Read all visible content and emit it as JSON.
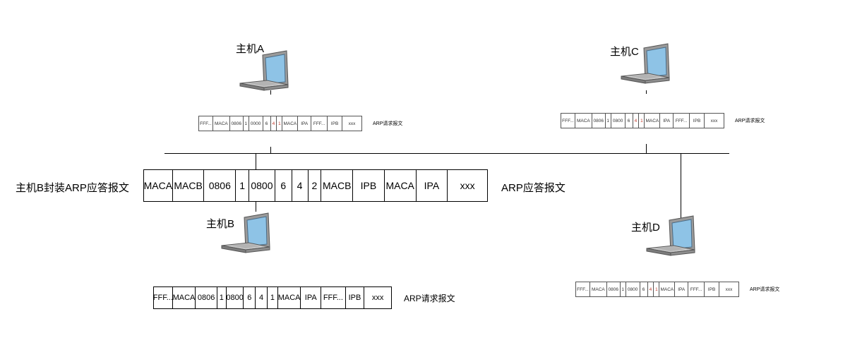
{
  "hosts": {
    "a": {
      "label": "主机A"
    },
    "b": {
      "label": "主机B"
    },
    "c": {
      "label": "主机C"
    },
    "d": {
      "label": "主机D"
    }
  },
  "icons": {
    "computer": "laptop-icon"
  },
  "packets": {
    "host_a": {
      "caption": "ARP请求报文",
      "cells": [
        "FFF...",
        "MACA",
        "0806",
        "1",
        "0000",
        "6",
        "4",
        "1",
        "MACA",
        "IPA",
        "FFF...",
        "IPB",
        "xxx"
      ]
    },
    "host_c": {
      "caption": "ARP请求报文",
      "cells": [
        "FFF...",
        "MACA",
        "0806",
        "1",
        "0800",
        "6",
        "4",
        "1",
        "MACA",
        "IPA",
        "FFF...",
        "IPB",
        "xxx"
      ]
    },
    "host_d": {
      "caption": "ARP请求报文",
      "cells": [
        "FFF...",
        "MACA",
        "0806",
        "1",
        "0800",
        "6",
        "4",
        "1",
        "MACA",
        "IPA",
        "FFF...",
        "IPB",
        "xxx"
      ]
    },
    "host_b_request": {
      "caption": "ARP请求报文",
      "cells": [
        "FFF...",
        "MACA",
        "0806",
        "1",
        "0800",
        "6",
        "4",
        "1",
        "MACA",
        "IPA",
        "FFF...",
        "IPB",
        "xxx"
      ]
    },
    "host_b_reply": {
      "left_label": "主机B封装ARP应答报文",
      "caption": "ARP应答报文",
      "cells": [
        "MACA",
        "MACB",
        "0806",
        "1",
        "0800",
        "6",
        "4",
        "2",
        "MACB",
        "IPB",
        "MACA",
        "IPA",
        "xxx"
      ]
    }
  },
  "colors": {
    "line": "#000000",
    "screen": "#8ec3e6",
    "laptop_body": "#a7a7a7",
    "accent_red": "#c0392b"
  }
}
